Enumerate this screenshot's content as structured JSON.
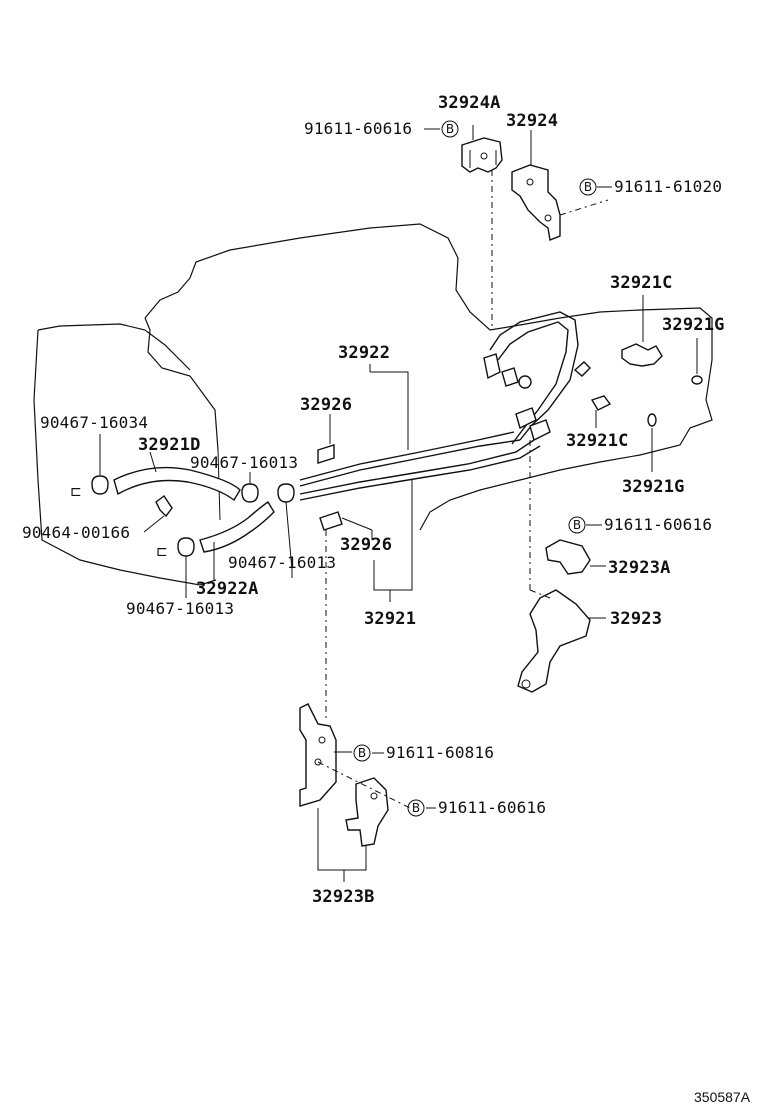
{
  "diagram": {
    "bolt_badge": "B",
    "labels": {
      "p_32924A": "32924A",
      "p_32924": "32924",
      "p_91611_60616_top": "91611-60616",
      "p_91611_61020": "91611-61020",
      "p_32921C_top": "32921C",
      "p_32921G_top": "32921G",
      "p_32922": "32922",
      "p_32926_top": "32926",
      "p_32921C_mid": "32921C",
      "p_32921G_mid": "32921G",
      "p_90467_16034": "90467-16034",
      "p_32921D": "32921D",
      "p_90467_16013_a": "90467-16013",
      "p_90464_00166": "90464-00166",
      "p_32926_low": "32926",
      "p_90467_16013_b": "90467-16013",
      "p_32922A": "32922A",
      "p_90467_16013_c": "90467-16013",
      "p_32921": "32921",
      "p_91611_60616_mid": "91611-60616",
      "p_32923A": "32923A",
      "p_32923": "32923",
      "p_91611_60816": "91611-60816",
      "p_91611_60616_low": "91611-60616",
      "p_32923B": "32923B"
    },
    "drawing_code": "350587A"
  }
}
